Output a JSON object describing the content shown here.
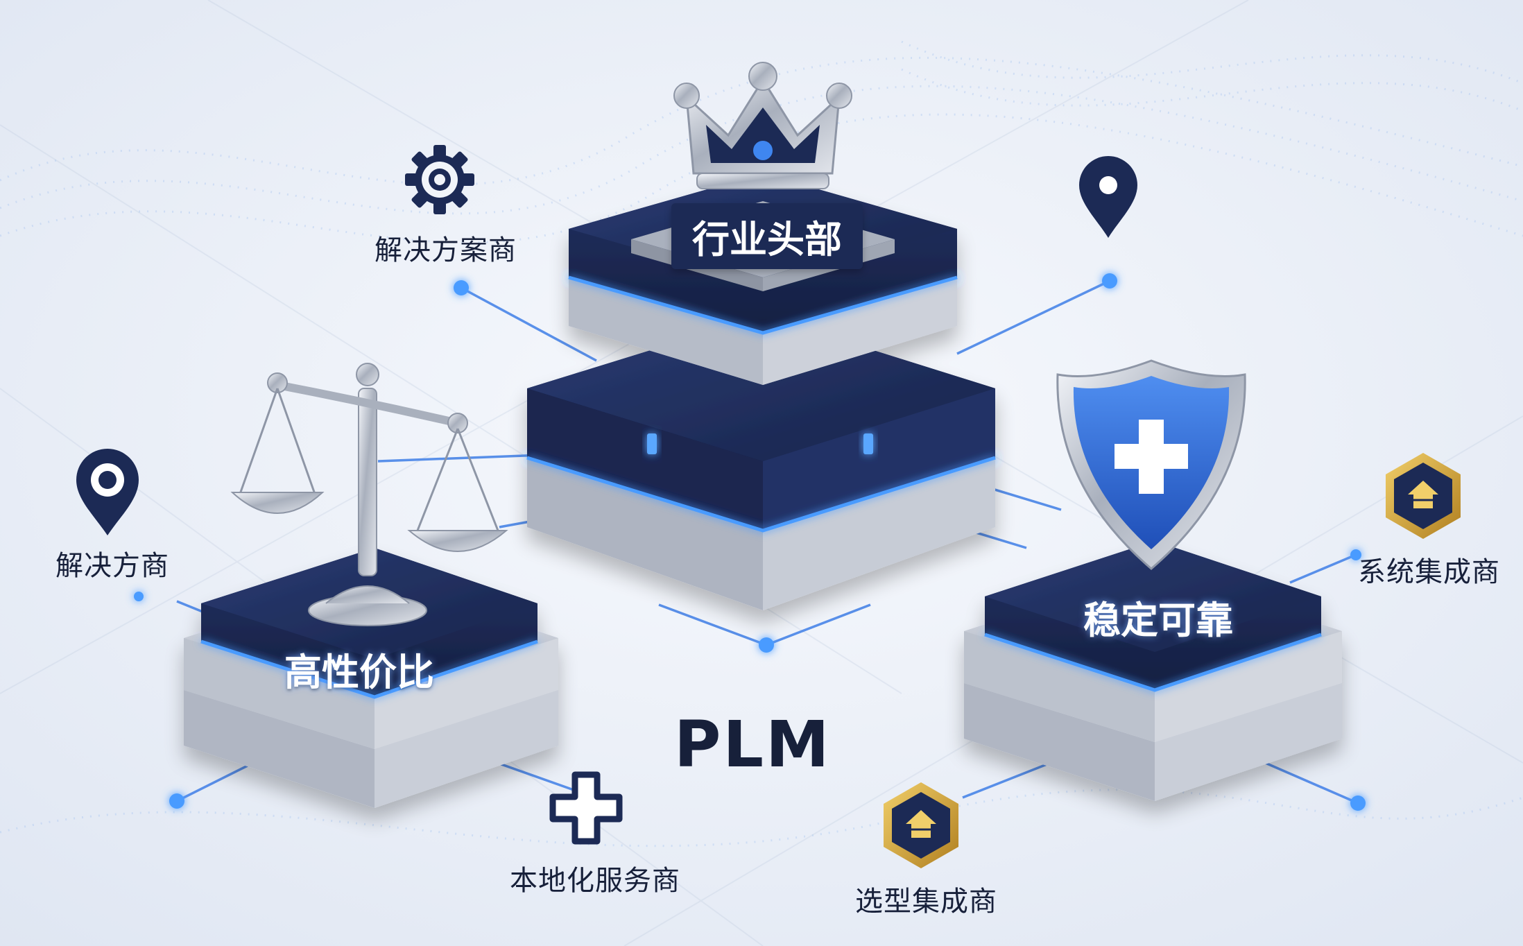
{
  "center": {
    "title": "PLM"
  },
  "platforms": {
    "top": {
      "label": "行业头部",
      "icon": "crown-icon"
    },
    "left": {
      "label": "高性价比",
      "icon": "balance-scale-icon"
    },
    "right": {
      "label": "稳定可靠",
      "icon": "shield-plus-icon"
    }
  },
  "nodes": [
    {
      "label": "解决方案商",
      "icon": "gear-icon"
    },
    {
      "label": "解决方商",
      "icon": "location-pin-icon"
    },
    {
      "label": "本地化服务商",
      "icon": "medical-cross-icon"
    },
    {
      "label": "选型集成商",
      "icon": "hexagon-badge-icon"
    },
    {
      "label": "系统集成商",
      "icon": "hexagon-badge-icon"
    },
    {
      "label": "",
      "icon": "location-pin-icon"
    }
  ],
  "colors": {
    "navy": "#1c2a55",
    "accent_blue": "#2f6fe0",
    "glow_blue": "#4a9bff",
    "silver": "#c9ced8",
    "gold": "#c9962e",
    "background": "#eef2f8"
  }
}
